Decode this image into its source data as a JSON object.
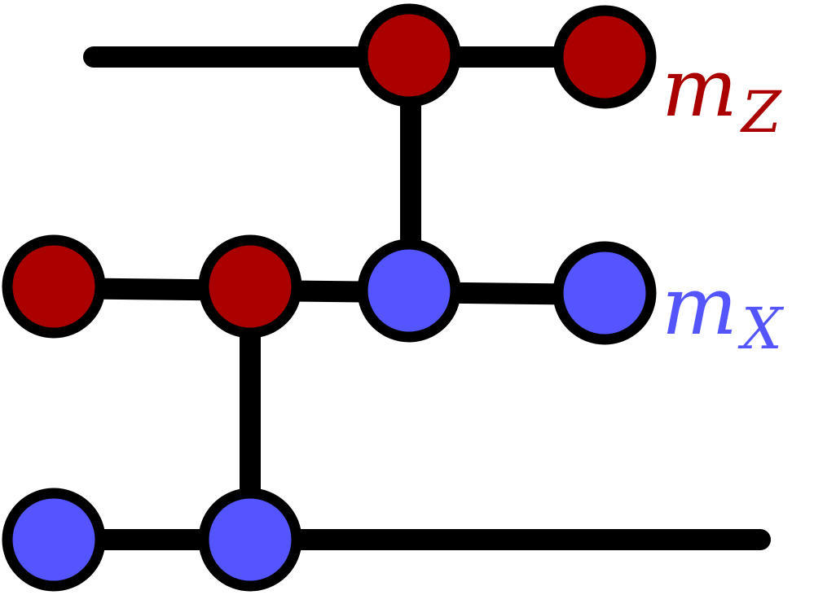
{
  "colors": {
    "red": "#AA0000",
    "blue": "#5555FF",
    "wire": "#000000",
    "background": "#FFFFFF"
  },
  "labels": {
    "mz": {
      "base": "m",
      "sub": "Z"
    },
    "mx": {
      "base": "m",
      "sub": "X"
    }
  },
  "nodes": [
    {
      "id": "row1-node1",
      "color": "red"
    },
    {
      "id": "row1-node2",
      "color": "red"
    },
    {
      "id": "row2-node1",
      "color": "red"
    },
    {
      "id": "row2-node2",
      "color": "red"
    },
    {
      "id": "row2-node3",
      "color": "blue"
    },
    {
      "id": "row2-node4",
      "color": "blue"
    },
    {
      "id": "row3-node1",
      "color": "blue"
    },
    {
      "id": "row3-node2",
      "color": "blue"
    }
  ]
}
